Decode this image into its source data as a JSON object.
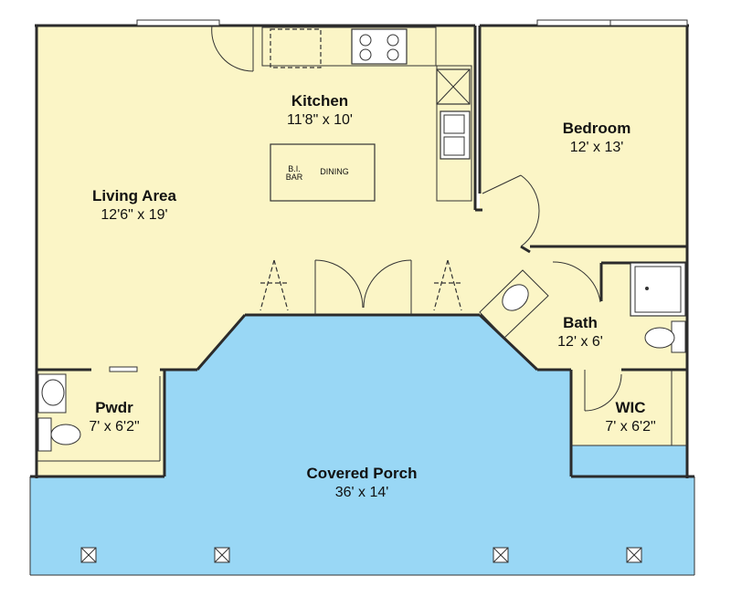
{
  "rooms": {
    "kitchen": {
      "name": "Kitchen",
      "dims": "11'8\" x 10'"
    },
    "bedroom": {
      "name": "Bedroom",
      "dims": "12' x 13'"
    },
    "living": {
      "name": "Living Area",
      "dims": "12'6\" x 19'"
    },
    "bath": {
      "name": "Bath",
      "dims": "12' x 6'"
    },
    "pwdr": {
      "name": "Pwdr",
      "dims": "7' x 6'2\""
    },
    "wic": {
      "name": "WIC",
      "dims": "7' x 6'2\""
    },
    "porch": {
      "name": "Covered Porch",
      "dims": "36' x 14'"
    }
  },
  "island": {
    "bar": "B.I.\nBAR",
    "bar_line1": "B.I.",
    "bar_line2": "BAR",
    "dining": "DINING"
  },
  "colors": {
    "interior": "#fbf5c6",
    "porch": "#99d7f5",
    "wall": "#2b2b2b"
  }
}
